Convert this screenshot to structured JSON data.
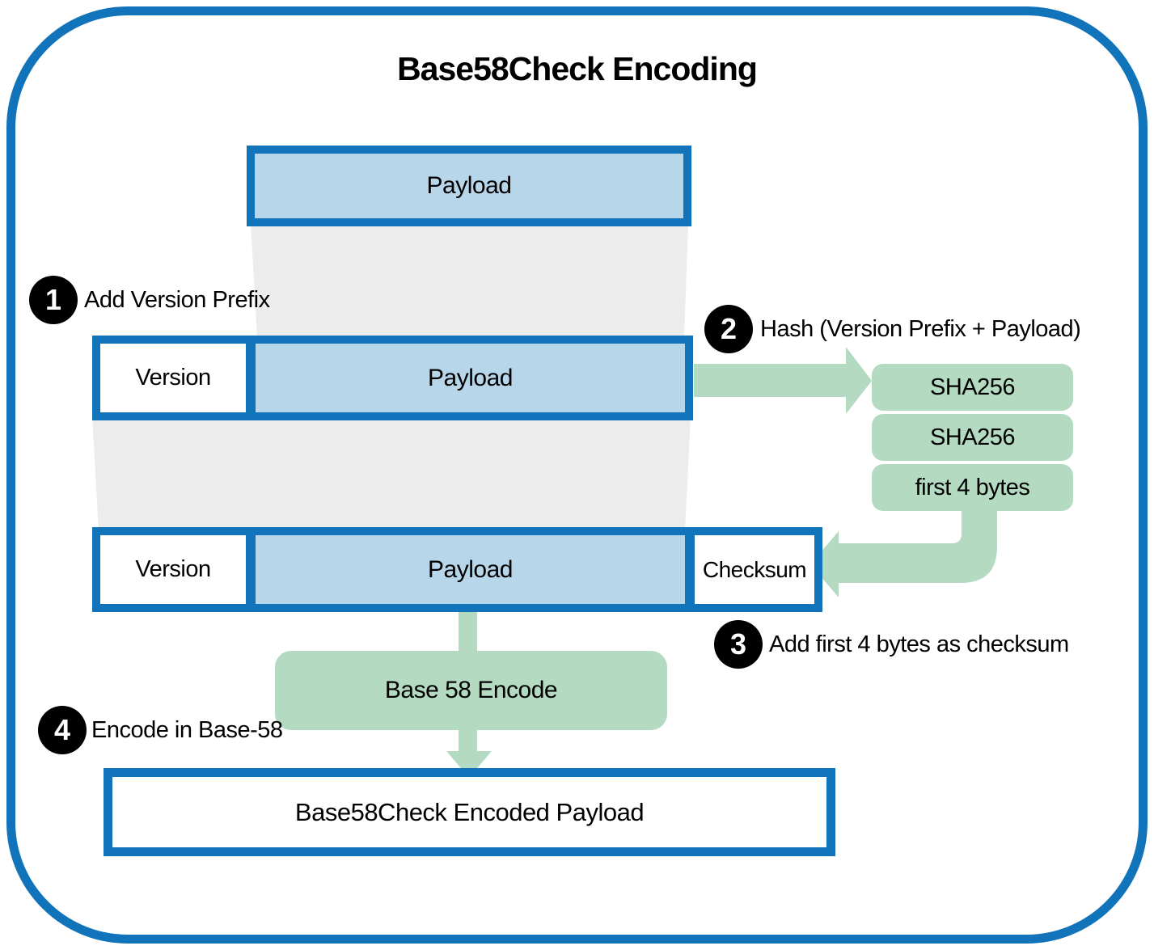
{
  "title": "Base58Check Encoding",
  "colors": {
    "frame_blue": "#1173ba",
    "box_blue_fill": "#b8d6ea",
    "green": "#b4dac2",
    "funnel_gray": "#ececec",
    "step_black": "#000000"
  },
  "boxes": {
    "payload_top": "Payload",
    "row2_version": "Version",
    "row2_payload": "Payload",
    "row3_version": "Version",
    "row3_payload": "Payload",
    "row3_checksum": "Checksum",
    "hash_stack": [
      "SHA256",
      "SHA256",
      "first 4 bytes"
    ],
    "base58_encode": "Base 58 Encode",
    "final_output": "Base58Check Encoded Payload"
  },
  "steps": [
    {
      "number": "1",
      "label": "Add Version Prefix"
    },
    {
      "number": "2",
      "label": "Hash (Version Prefix + Payload)"
    },
    {
      "number": "3",
      "label": "Add first 4 bytes as checksum"
    },
    {
      "number": "4",
      "label": "Encode in Base-58"
    }
  ]
}
